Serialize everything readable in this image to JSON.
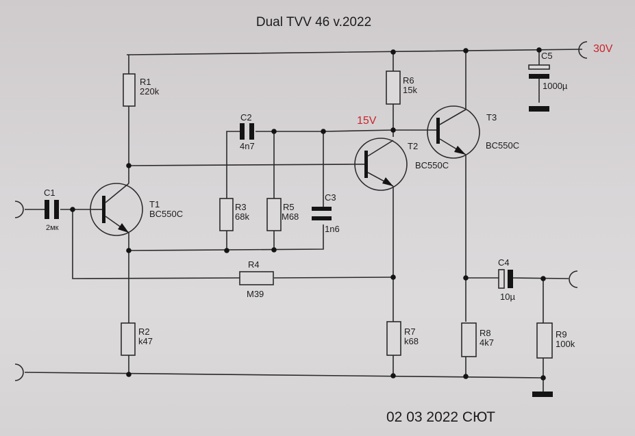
{
  "title": "Dual TVV 46 v.2022",
  "footer": "02 03 2022 СЮТ",
  "rails": {
    "supply_label": "30V",
    "mid_label": "15V",
    "label_color": "#c8262a"
  },
  "components": {
    "R1": {
      "ref": "R1",
      "value": "220k"
    },
    "R2": {
      "ref": "R2",
      "value": "k47"
    },
    "R3": {
      "ref": "R3",
      "value": "68k"
    },
    "R4": {
      "ref": "R4",
      "value": "M39"
    },
    "R5": {
      "ref": "R5",
      "value": "M68"
    },
    "R6": {
      "ref": "R6",
      "value": "15k"
    },
    "R7": {
      "ref": "R7",
      "value": "k68"
    },
    "R8": {
      "ref": "R8",
      "value": "4k7"
    },
    "R9": {
      "ref": "R9",
      "value": "100k"
    },
    "C1": {
      "ref": "C1",
      "value": "2мк"
    },
    "C2": {
      "ref": "C2",
      "value": "4n7"
    },
    "C3": {
      "ref": "C3",
      "value": "1n6"
    },
    "C4": {
      "ref": "C4",
      "value": "10µ"
    },
    "C5": {
      "ref": "C5",
      "value": "1000µ"
    },
    "T1": {
      "ref": "T1",
      "value": "BC550C"
    },
    "T2": {
      "ref": "T2",
      "value": "BC550C"
    },
    "T3": {
      "ref": "T3",
      "value": "BC550C"
    }
  },
  "connectors": [
    "input-jack",
    "ground-jack",
    "output-jack",
    "supply-jack"
  ]
}
